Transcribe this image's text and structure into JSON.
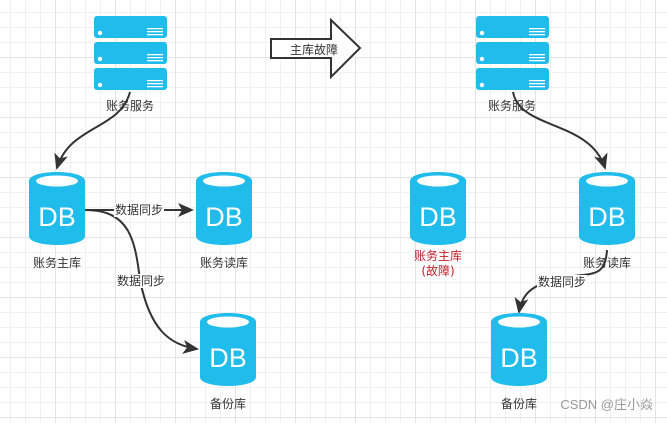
{
  "colors": {
    "node_fill": "#1fbcec",
    "edge_stroke": "#333333",
    "fault_text": "#c0212b",
    "grid_line": "#e4e4e4"
  },
  "transition_arrow": {
    "label": "主库故障",
    "icon": "right-arrow-icon"
  },
  "left": {
    "service": {
      "label": "账务服务",
      "icon": "server-stack-icon"
    },
    "master_db": {
      "label": "账务主库",
      "glyph": "DB",
      "icon": "database-icon"
    },
    "read_db": {
      "label": "账务读库",
      "glyph": "DB",
      "icon": "database-icon"
    },
    "backup_db": {
      "label": "备份库",
      "glyph": "DB",
      "icon": "database-icon"
    },
    "edges": [
      {
        "from": "service",
        "to": "master_db",
        "label": ""
      },
      {
        "from": "master_db",
        "to": "read_db",
        "label": "数据同步"
      },
      {
        "from": "master_db",
        "to": "backup_db",
        "label": "数据同步"
      }
    ]
  },
  "right": {
    "service": {
      "label": "账务服务",
      "icon": "server-stack-icon"
    },
    "master_db": {
      "label": "账务主库",
      "status": "(故障)",
      "glyph": "DB",
      "icon": "database-icon"
    },
    "read_db": {
      "label": "账务读库",
      "glyph": "DB",
      "icon": "database-icon"
    },
    "backup_db": {
      "label": "备份库",
      "glyph": "DB",
      "icon": "database-icon"
    },
    "edges": [
      {
        "from": "service",
        "to": "read_db",
        "label": ""
      },
      {
        "from": "read_db",
        "to": "backup_db",
        "label": "数据同步"
      }
    ]
  },
  "watermark": "CSDN @庄小焱"
}
